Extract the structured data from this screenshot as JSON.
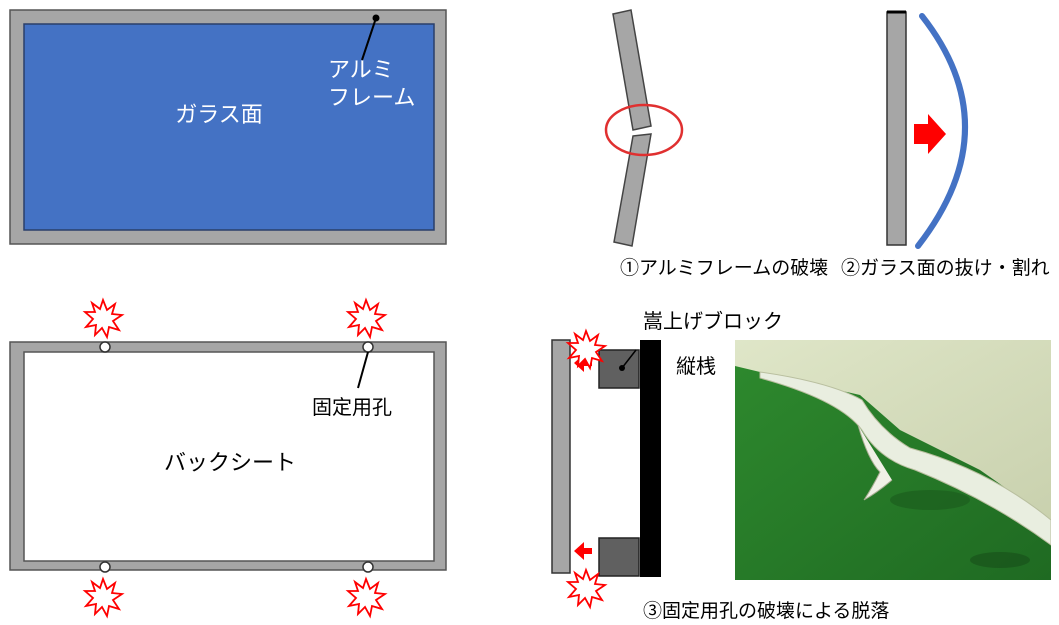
{
  "panel_front": {
    "glass_label": "ガラス面",
    "frame_label_line1": "アルミ",
    "frame_label_line2": "フレーム"
  },
  "panel_back": {
    "backsheet_label": "バックシート",
    "hole_label": "固定用孔"
  },
  "failure_modes": {
    "frame_break_caption": "①アルミフレームの破壊",
    "glass_caption": "②ガラス面の抜け・割れ",
    "hole_caption": "③固定用孔の破壊による脱落"
  },
  "mount": {
    "block_label": "嵩上げブロック",
    "rail_label": "縦桟"
  },
  "colors": {
    "frame_gray": "#a6a6a6",
    "glass_blue": "#4472c4",
    "arrow_red": "#ff0000",
    "circle_red": "#e03030",
    "curve_blue": "#4472c4"
  },
  "icons": [
    "impact-burst-icon",
    "red-arrow-icon"
  ]
}
